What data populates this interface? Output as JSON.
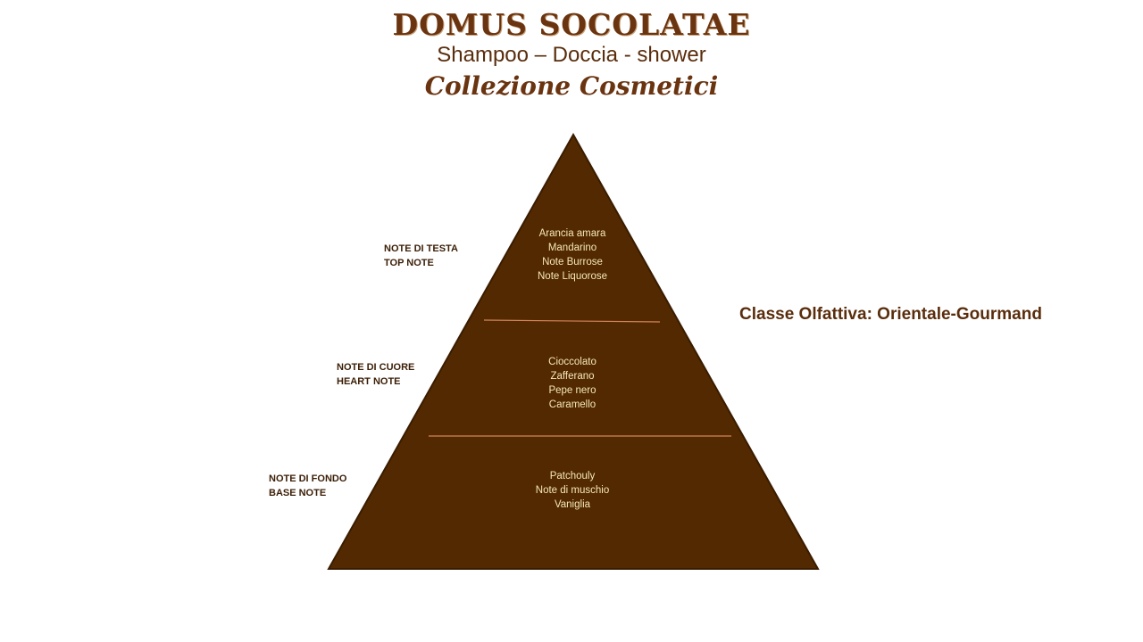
{
  "title": {
    "brand": "DOMUS SOCOLATAE",
    "subtitle": "Shampoo – Doccia - shower",
    "collection": "Collezione Cosmetici"
  },
  "colors": {
    "pyramid_fill": "#522900",
    "notes_text": "#f6e7b9",
    "divider": "#d4855a",
    "heading_brown": "#5a2d0c"
  },
  "pyramid": {
    "top": {
      "label_it": "NOTE DI TESTA",
      "label_en": "TOP NOTE",
      "notes": [
        "Arancia amara",
        "Mandarino",
        "Note Burrose",
        "Note Liquorose"
      ]
    },
    "heart": {
      "label_it": "NOTE DI CUORE",
      "label_en": "HEART  NOTE",
      "notes": [
        "Cioccolato",
        "Zafferano",
        "Pepe nero",
        "Caramello"
      ]
    },
    "base": {
      "label_it": "NOTE DI FONDO",
      "label_en": "BASE NOTE",
      "notes": [
        "Patchouly",
        "Note di muschio",
        "Vaniglia"
      ]
    }
  },
  "classe": "Classe Olfattiva: Orientale-Gourmand"
}
